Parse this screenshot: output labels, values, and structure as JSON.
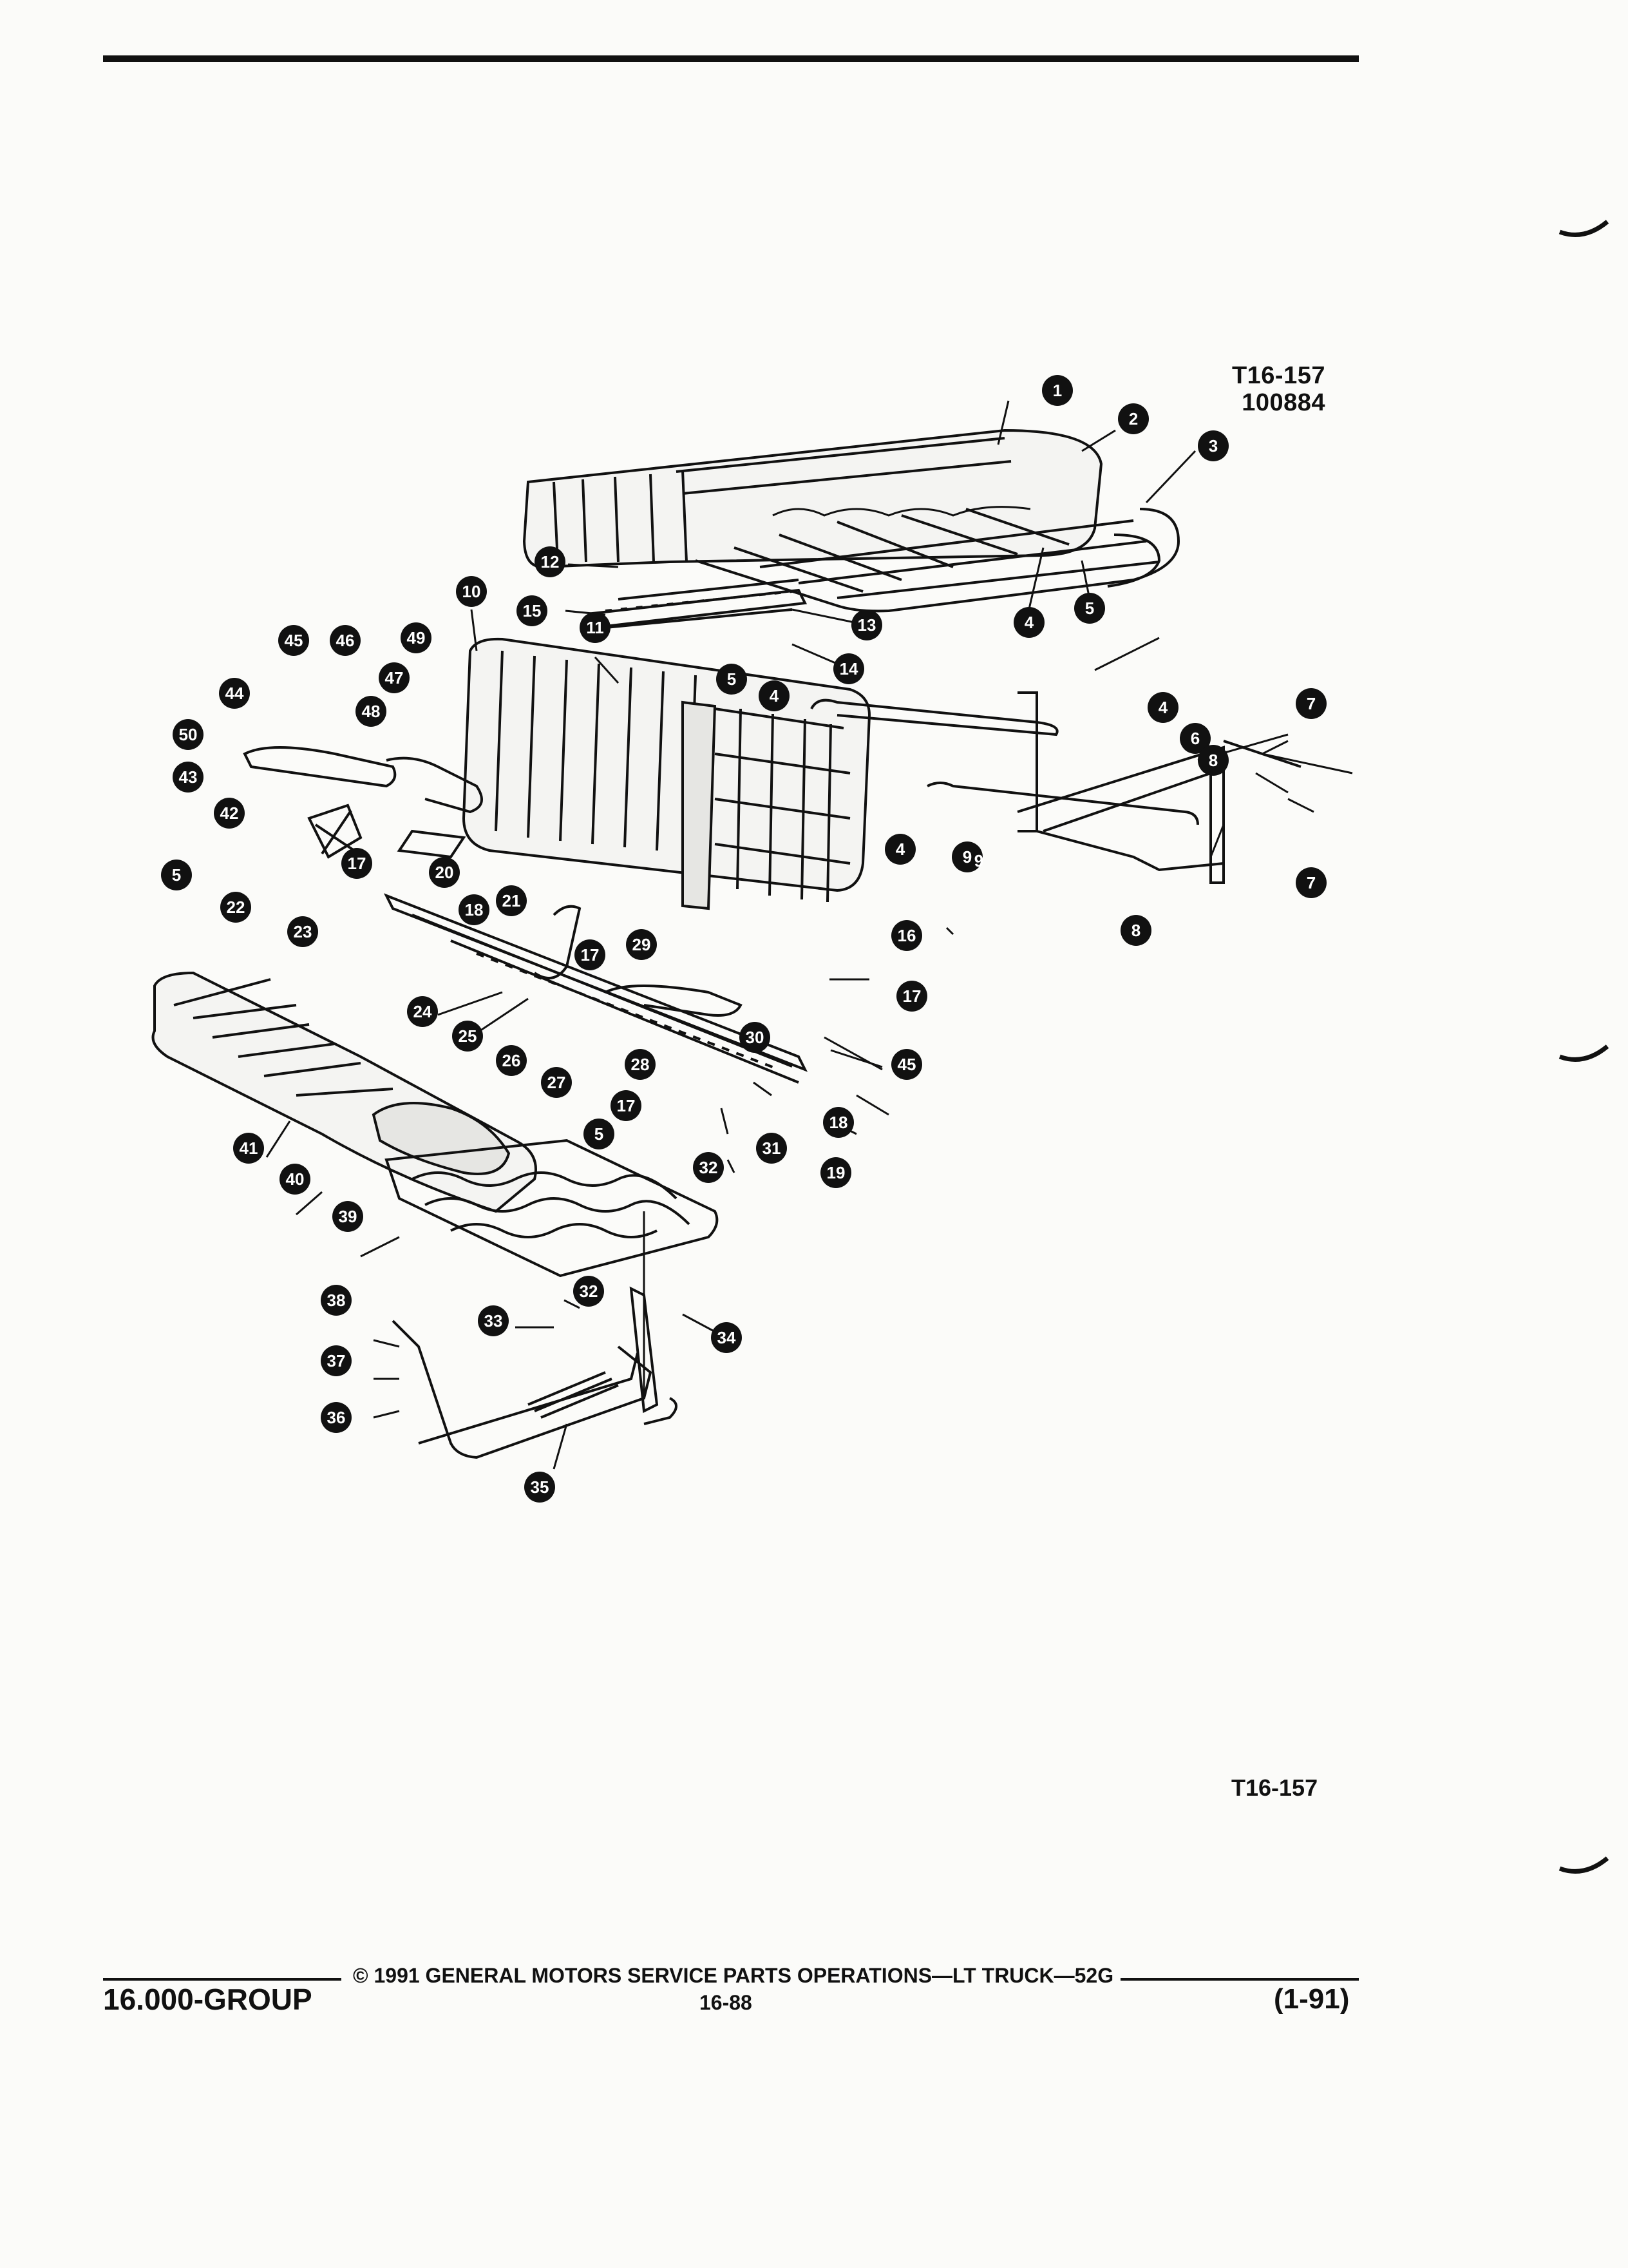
{
  "figure": {
    "code": "T16-157",
    "number": "100884",
    "bottom_ref": "T16-157"
  },
  "callouts": [
    "1",
    "2",
    "3",
    "4",
    "5",
    "12",
    "15",
    "13",
    "14",
    "10",
    "11",
    "45",
    "46",
    "49",
    "47",
    "48",
    "44",
    "50",
    "43",
    "42",
    "17",
    "20",
    "18",
    "21",
    "5",
    "4",
    "4",
    "6",
    "7",
    "8",
    "9",
    "16",
    "17",
    "45",
    "29",
    "30",
    "24",
    "25",
    "26",
    "27",
    "28",
    "17",
    "18",
    "19",
    "31",
    "32",
    "41",
    "40",
    "39",
    "38",
    "37",
    "36",
    "33",
    "32",
    "34",
    "35",
    "5",
    "22",
    "23",
    "5",
    "4",
    "7",
    "8",
    "9",
    "17"
  ],
  "footer": {
    "copyright": "© 1991  GENERAL MOTORS SERVICE PARTS OPERATIONS—LT TRUCK—52G",
    "group": "16.000-GROUP",
    "page": "16-88",
    "revision": "(1-91)"
  }
}
